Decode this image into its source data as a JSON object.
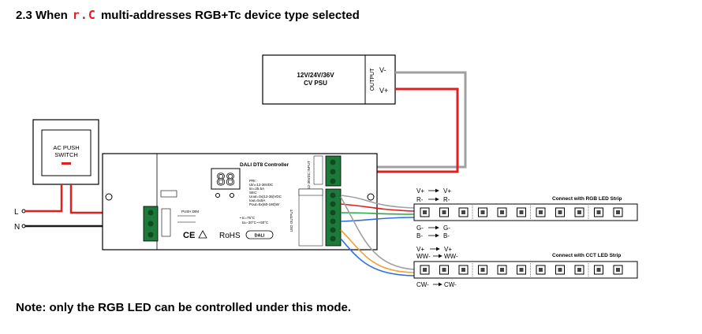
{
  "heading": {
    "prefix": "2.3 When",
    "mode_glyph": "r.C",
    "suffix": "multi-addresses RGB+Tc device type selected"
  },
  "psu": {
    "voltage": "12V/24V/36V",
    "type": "CV PSU",
    "output_label": "OUTPUT",
    "v_minus": "V-",
    "v_plus": "V+"
  },
  "switch": {
    "line1": "AC PUSH",
    "line2": "SWITCH"
  },
  "mains": {
    "l": "L",
    "n": "N"
  },
  "controller": {
    "title": "DALI DT8 Controller",
    "display": "88",
    "spec_lines": [
      "PRI:",
      "Uin=12-36VDC",
      "Iin=25.5A",
      "SEC:",
      "Uout=3x(12-36)VDC",
      "Iout=5x5A",
      "Pout=5x(60-180)W"
    ],
    "temp_lines": [
      "• tc=75°C",
      "ta=-20°C~+50°C"
    ],
    "push_dim": "PUSH DIM",
    "ce_mark": "CE",
    "rohs": "RoHS",
    "dali": "DALI",
    "input_label": "12-36VDC INPUT",
    "output_label": "LED OUTPUT"
  },
  "rgb_strip": {
    "title": "Connect with RGB LED Strip",
    "labels_top": [
      "V+",
      "R-"
    ],
    "labels_top_out": [
      "V+",
      "R-"
    ],
    "labels_bottom": [
      "G-",
      "B-"
    ],
    "labels_bottom_out": [
      "G-",
      "B-"
    ]
  },
  "cct_strip": {
    "title": "Connect with CCT LED Strip",
    "labels_top": [
      "V+",
      "WW-"
    ],
    "labels_top_out": [
      "V+",
      "WW-"
    ],
    "labels_bottom": [
      "CW-"
    ],
    "labels_bottom_out": [
      "CW-"
    ]
  },
  "note": "Note: only the RGB LED can be controlled under this mode.",
  "colors": {
    "red_wire": "#e02020",
    "black_wire": "#1a1a1a",
    "gray_wire": "#a0a0a0",
    "green": "#2aa84a",
    "blue": "#3070e0",
    "orange": "#f0a030",
    "terminal_green": "#1e7a3a"
  }
}
